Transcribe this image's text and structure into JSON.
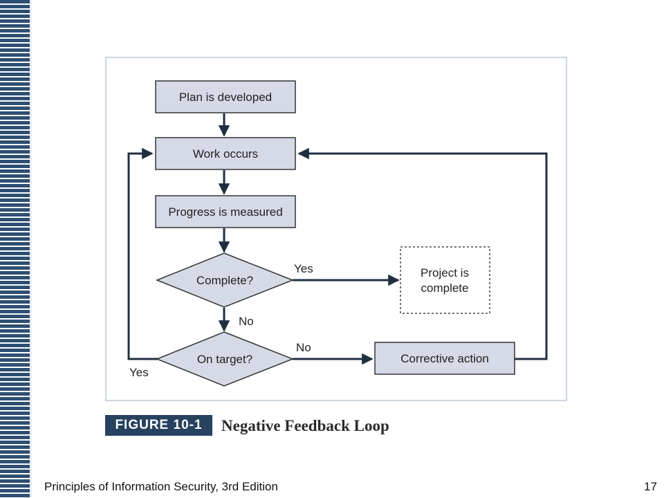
{
  "diagram": {
    "nodes": {
      "plan": "Plan is developed",
      "work": "Work occurs",
      "progress": "Progress is measured",
      "complete": "Complete?",
      "on_target": "On target?",
      "project_line1": "Project is",
      "project_line2": "complete",
      "corrective": "Corrective action"
    },
    "edges": {
      "complete_yes": "Yes",
      "complete_no": "No",
      "target_no": "No",
      "target_yes": "Yes"
    }
  },
  "caption": {
    "label": "FIGURE 10-1",
    "title": "Negative Feedback Loop"
  },
  "footer": {
    "book_title": "Principles of Information Security, 3rd Edition",
    "page_number": "17"
  }
}
